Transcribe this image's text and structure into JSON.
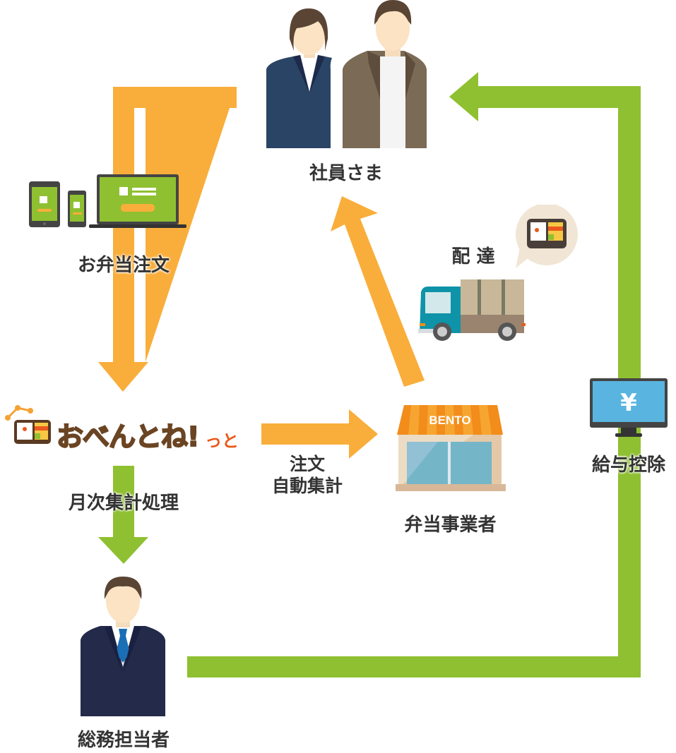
{
  "diagram": {
    "title": "おべんとね!っと ordering and payroll flow",
    "colors": {
      "order_flow": "#f9ae3b",
      "payment_flow": "#8fc031",
      "text": "#333333",
      "logo_brown": "#6b4423",
      "logo_accent": "#ea5a1c",
      "shop_awning": "#f28c1a",
      "truck_cab": "#0e93a8",
      "monitor_screen": "#5ab4e0"
    },
    "nodes": {
      "employees": {
        "label": "社員さま",
        "icon": "employees-icon"
      },
      "order": {
        "label": "お弁当注文",
        "icon": "devices-icon"
      },
      "system": {
        "logo_main": "おべんとね",
        "logo_exclaim": "!",
        "logo_suffix": "っと",
        "icon": "bento-logo-icon"
      },
      "vendor": {
        "label": "弁当事業者",
        "sign": "BENTO",
        "icon": "shop-icon"
      },
      "delivery": {
        "label": "配 達",
        "icon": "delivery-truck-icon"
      },
      "admin": {
        "label": "総務担当者",
        "icon": "admin-person-icon"
      },
      "payroll": {
        "label": "給与控除",
        "symbol": "¥",
        "icon": "monitor-yen-icon"
      }
    },
    "edges": {
      "order_to_system": {
        "flow": "order"
      },
      "system_to_vendor": {
        "label_line1": "注文",
        "label_line2": "自動集計",
        "flow": "order"
      },
      "vendor_to_employees": {
        "flow": "order"
      },
      "system_to_admin": {
        "label": "月次集計処理",
        "flow": "payment"
      },
      "admin_to_employees": {
        "flow": "payment"
      }
    }
  }
}
